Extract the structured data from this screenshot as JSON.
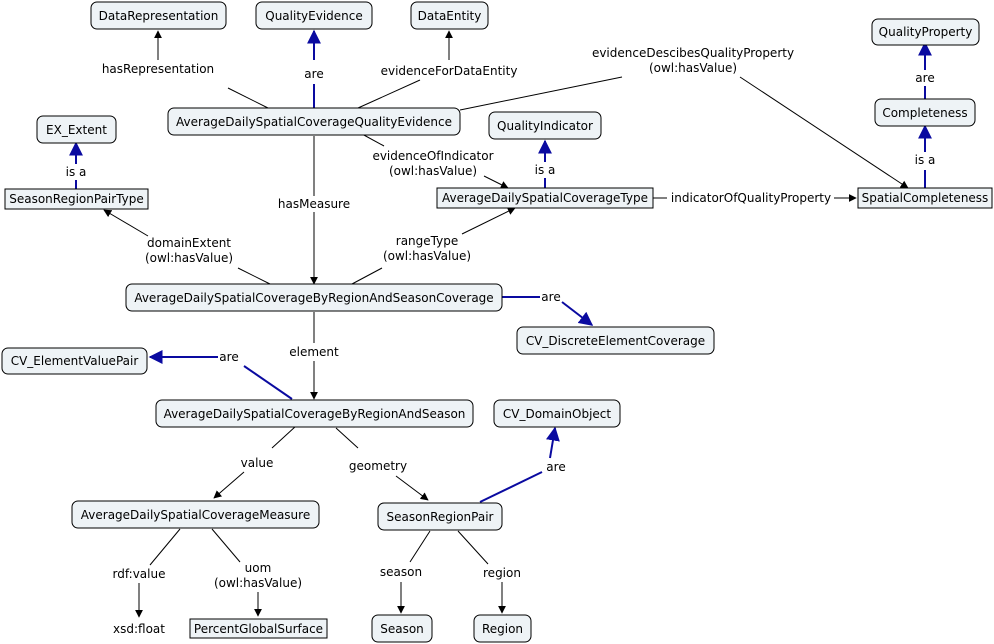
{
  "colors": {
    "node_fill": "#eef3f6",
    "edge_dark": "#000000",
    "edge_blue": "#0a0aa0"
  },
  "nodes": {
    "data_representation": "DataRepresentation",
    "quality_evidence": "QualityEvidence",
    "data_entity": "DataEntity",
    "quality_property": "QualityProperty",
    "completeness": "Completeness",
    "ex_extent": "EX_Extent",
    "quality_indicator": "QualityIndicator",
    "avg_quality_evidence": "AverageDailySpatialCoverageQualityEvidence",
    "season_region_pair_type": "SeasonRegionPairType",
    "avg_type": "AverageDailySpatialCoverageType",
    "spatial_completeness": "SpatialCompleteness",
    "avg_by_region_season_coverage": "AverageDailySpatialCoverageByRegionAndSeasonCoverage",
    "cv_discrete_element_coverage": "CV_DiscreteElementCoverage",
    "cv_element_value_pair": "CV_ElementValuePair",
    "avg_by_region_season": "AverageDailySpatialCoverageByRegionAndSeason",
    "cv_domain_object": "CV_DomainObject",
    "avg_measure": "AverageDailySpatialCoverageMeasure",
    "season_region_pair": "SeasonRegionPair",
    "xsd_float": "xsd:float",
    "percent_global_surface": "PercentGlobalSurface",
    "season": "Season",
    "region": "Region"
  },
  "edge_labels": {
    "has_representation": "hasRepresentation",
    "are_quality_evidence": "are",
    "evidence_for_data_entity": "evidenceForDataEntity",
    "evidence_describes_line1": "evidenceDescibesQualityProperty",
    "evidence_describes_line2": "(owl:hasValue)",
    "are_quality_property": "are",
    "is_a_ex_extent": "is a",
    "evidence_of_indicator_line1": "evidenceOfIndicator",
    "evidence_of_indicator_line2": "(owl:hasValue)",
    "is_a_quality_indicator": "is a",
    "is_a_completeness": "is a",
    "has_measure": "hasMeasure",
    "indicator_of_quality_property": "indicatorOfQualityProperty",
    "domain_extent_line1": "domainExtent",
    "domain_extent_line2": "(owl:hasValue)",
    "range_type_line1": "rangeType",
    "range_type_line2": "(owl:hasValue)",
    "are_discrete_coverage": "are",
    "element": "element",
    "are_element_value_pair": "are",
    "value": "value",
    "geometry": "geometry",
    "are_domain_object": "are",
    "rdf_value": "rdf:value",
    "uom_line1": "uom",
    "uom_line2": "(owl:hasValue)",
    "season": "season",
    "region": "region"
  }
}
